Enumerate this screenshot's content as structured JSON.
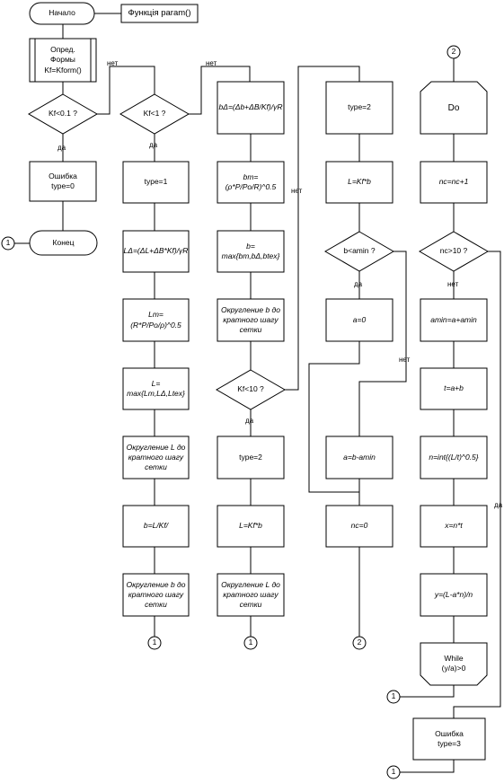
{
  "diagram": {
    "start": "Начало",
    "func_note": "Функція param()",
    "proc_form": "Опред.\nФормы\nKf=Kform()",
    "cond_kf01": "Kf<0.1 ?",
    "err0": "Ошибка\ntype=0",
    "end": "Конец",
    "col2": {
      "cond": "Kf<1 ?",
      "type": "type=1",
      "ldelta": "LΔ=(ΔL+ΔB*Kf)/γR",
      "lm": "Lm=\n(R*P/Po/ρ)^0.5",
      "l": "L=\nmax{Lm,LΔ,Ltex}",
      "roundL": "Округление L до\nкратного шагу\nсетки",
      "b": "b=L/Kf/",
      "roundB": "Округление b до\nкратного шагу\nсетки"
    },
    "col3": {
      "bdelta": "bΔ=(Δb+ΔB/Kf)/γR",
      "bm": "bm=\n(ρ*P/Po/R)^0.5",
      "b": "b=\nmax{bm,bΔ,btex}",
      "roundB": "Округление b до\nкратного шагу\nсетки",
      "cond": "Kf<10 ?",
      "type": "type=2",
      "l": "L=Kf*b",
      "roundL": "Округление L до\nкратного шагу\nсетки"
    },
    "col4": {
      "type": "type=2",
      "l": "L=Kf*b",
      "cond": "b<amin ?",
      "a0": "a=0",
      "a": "a=b-amin",
      "nc": "nc=0"
    },
    "col5": {
      "do": "Do",
      "nc": "nc=nc+1",
      "cond": "nc>10 ?",
      "amin": "amin=a+amin",
      "t": "t=a+b",
      "n": "n=int{(L/t)^0.5}",
      "x": "x=n*t",
      "y": "y=(L-a*n)/n",
      "while": "While\n(y/a)>0",
      "err3": "Ошибка\ntype=3"
    },
    "connectors": {
      "c1": "1",
      "c2": "2"
    },
    "labels": {
      "yes": "да",
      "no": "нет"
    }
  }
}
